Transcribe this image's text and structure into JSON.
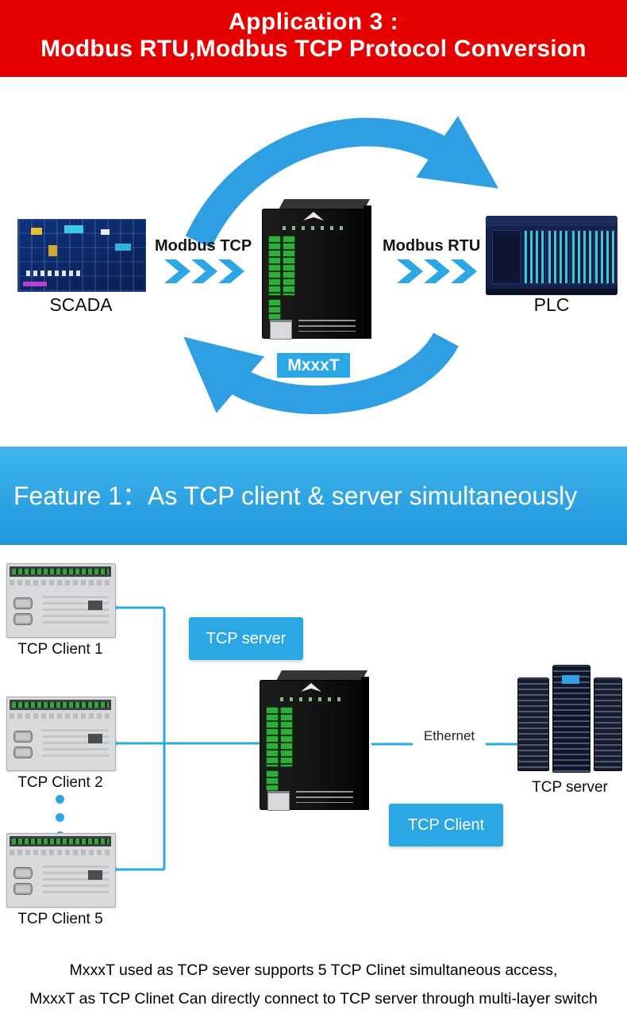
{
  "banner": {
    "line1": "Application 3 :",
    "line2": "Modbus RTU,Modbus TCP Protocol Conversion"
  },
  "protocol_diagram": {
    "scada_label": "SCADA",
    "plc_label": "PLC",
    "arrow_top_label": "Modbus TCP",
    "arrow_bottom_label": "Modbus RTU",
    "gateway_badge": "MxxxT"
  },
  "feature_banner": {
    "title": "Feature 1：As TCP client & server simultaneously"
  },
  "topology_diagram": {
    "clients": [
      {
        "label": "TCP Client 1"
      },
      {
        "label": "TCP Client 2"
      },
      {
        "label": "TCP Client 5"
      }
    ],
    "tcp_server_badge": "TCP server",
    "tcp_client_badge": "TCP Client",
    "ethernet_label": "Ethernet",
    "server_rack_label": "TCP server"
  },
  "footer": {
    "line1": "MxxxT used as TCP sever supports 5 TCP Clinet simultaneous access,",
    "line2": "MxxxT as TCP Clinet Can directly connect to TCP server through multi-layer switch"
  },
  "colors": {
    "banner_red": "#e60000",
    "accent_blue": "#29a9e3"
  }
}
